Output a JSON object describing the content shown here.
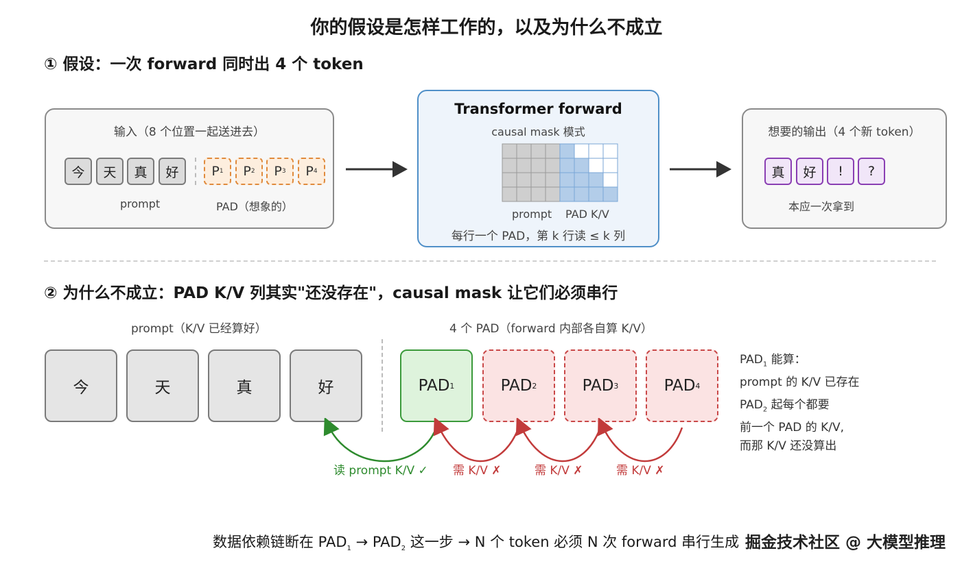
{
  "title": "你的假设是怎样工作的，以及为什么不成立",
  "section1": {
    "heading": "① 假设：一次 forward 同时出 4 个 token",
    "input_panel": {
      "label": "输入（8 个位置一起送进去）",
      "prompt_tokens": [
        "今",
        "天",
        "真",
        "好"
      ],
      "pad_tokens": [
        {
          "letter": "P",
          "sub": "1"
        },
        {
          "letter": "P",
          "sub": "2"
        },
        {
          "letter": "P",
          "sub": "3"
        },
        {
          "letter": "P",
          "sub": "4"
        }
      ],
      "prompt_caption": "prompt",
      "pad_caption": "PAD（想象的）"
    },
    "transformer_panel": {
      "title": "Transformer forward",
      "subtitle": "causal mask 模式",
      "grid_prompt_caption": "prompt",
      "grid_pad_caption": "PAD K/V",
      "footer": "每行一个 PAD，第 k 行读 ≤ k 列"
    },
    "output_panel": {
      "label": "想要的输出（4 个新 token）",
      "tokens": [
        "真",
        "好",
        "!",
        "?"
      ],
      "caption": "本应一次拿到"
    }
  },
  "section2": {
    "heading": "② 为什么不成立：PAD K/V 列其实\"还没存在\"，causal mask 让它们必须串行",
    "prompt_caption": "prompt（K/V 已经算好）",
    "pad_caption": "4 个 PAD（forward 内部各自算 K/V）",
    "prompt_tokens": [
      "今",
      "天",
      "真",
      "好"
    ],
    "pad_tokens": [
      {
        "text": "PAD",
        "sub": "1"
      },
      {
        "text": "PAD",
        "sub": "2"
      },
      {
        "text": "PAD",
        "sub": "3"
      },
      {
        "text": "PAD",
        "sub": "4"
      }
    ],
    "arrow_labels": {
      "read_prompt": "读 prompt K/V ✓",
      "need_kv": "需 K/V ✗"
    },
    "note1": {
      "pre": "PAD",
      "sub": "1",
      "post": " 能算：",
      "line2": "prompt 的 K/V 已存在"
    },
    "note2": {
      "pre": "PAD",
      "sub": "2",
      "post": " 起每个都要",
      "line2": "前一个 PAD 的 K/V,",
      "line3": "而那 K/V 还没算出"
    }
  },
  "bottom": {
    "part1": "数据依赖链断在 PAD",
    "sub1": "1",
    "part2": " → PAD",
    "sub2": "2",
    "part3": " 这一步 → N 个 token 必须 N 次 forward 串行生成"
  },
  "watermark": "掘金技术社区 @ 大模型推理",
  "colors": {
    "prompt_fill": "#dcdcdc",
    "pad_dashed": "#e08a3c",
    "output_border": "#8a3fb3",
    "transformer_border": "#4f8fc8",
    "mask_visible": "#b3cde9",
    "ok_green": "#2e8b2e",
    "fail_red": "#c23b3b"
  }
}
